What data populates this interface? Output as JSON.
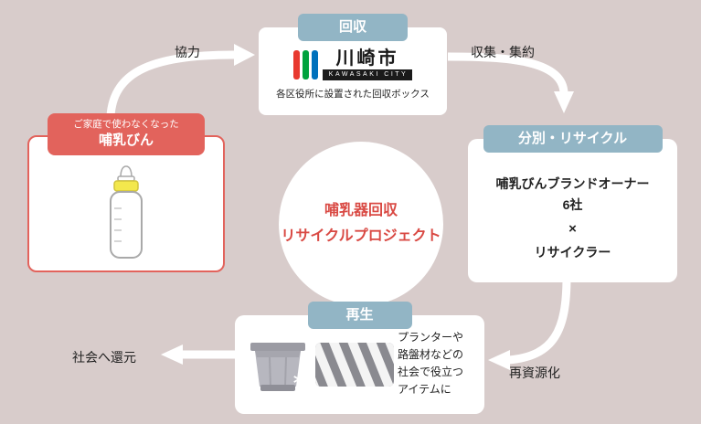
{
  "colors": {
    "background": "#d8cccb",
    "tab_blue": "#92b5c5",
    "accent_red": "#e2635c",
    "title_red": "#d94943",
    "text_dark": "#222222",
    "arrow_white": "#ffffff",
    "logo_red": "#e8392f",
    "logo_green": "#00a33e",
    "logo_blue": "#0071bc"
  },
  "center_circle": {
    "title_line1": "哺乳器回収",
    "title_line2": "リサイクルプロジェクト"
  },
  "collection_box": {
    "tab_label": "回収",
    "logo_city_name": "川崎市",
    "logo_city_en": "KAWASAKI CITY",
    "caption": "各区役所に設置された回収ボックス"
  },
  "home_box": {
    "label_line1": "ご家庭で使わなくなった",
    "label_line2": "哺乳びん"
  },
  "recycle_box": {
    "tab_label": "分別・リサイクル",
    "line1": "哺乳びんブランドオーナー",
    "line2": "6社",
    "times_mark": "×",
    "line3": "リサイクラー"
  },
  "regen_box": {
    "tab_label": "再生",
    "caption_lines": [
      "プランターや",
      "路盤材などの",
      "社会で役立つ",
      "アイテムに"
    ]
  },
  "arrow_labels": {
    "cooperation": "協力",
    "collect_aggregate": "収集・集約",
    "re_resource": "再資源化",
    "return_society": "社会へ還元"
  }
}
